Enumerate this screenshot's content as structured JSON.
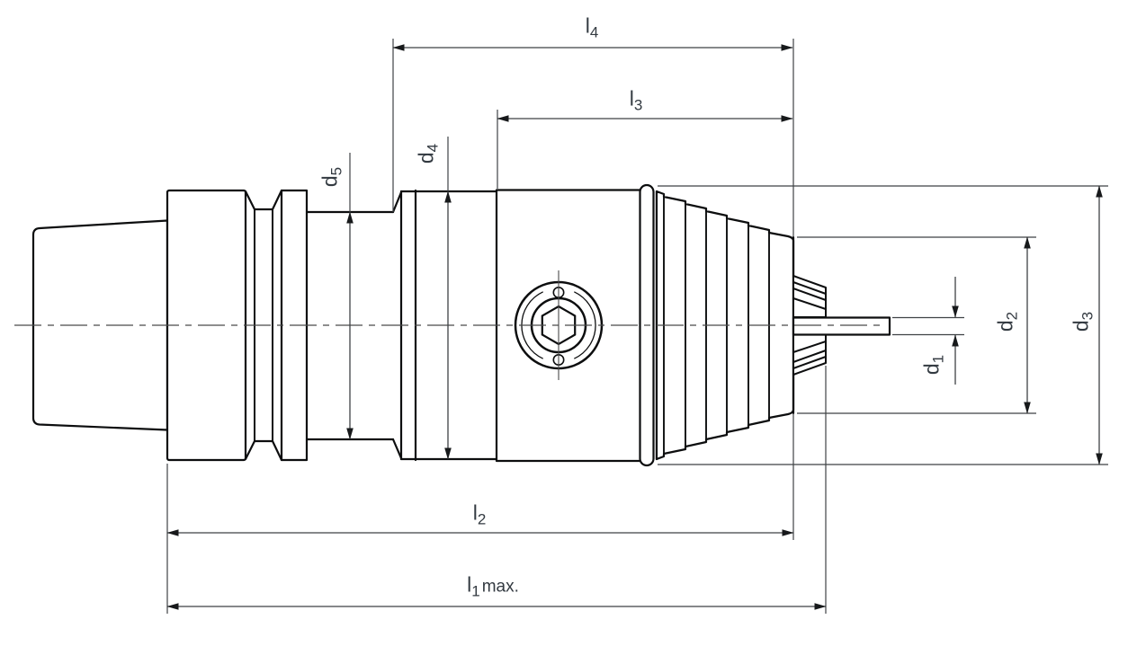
{
  "drawing": {
    "figure_type": "engineering technical drawing, side elevation",
    "subject": "keyless drill chuck with taper shank, hex-socket boss and inserted drill bit, fully dimensioned",
    "background_color": "#ffffff",
    "part_line_color": "#0d0e0f",
    "dimension_line_color": "#3f4245",
    "centerline_color": "#4a4a4a",
    "label_color": "#333a41",
    "labels": {
      "l4": {
        "letter": "l",
        "sub": "4",
        "suffix": ""
      },
      "l3": {
        "letter": "l",
        "sub": "3",
        "suffix": ""
      },
      "l2": {
        "letter": "l",
        "sub": "2",
        "suffix": ""
      },
      "l1": {
        "letter": "l",
        "sub": "1",
        "suffix": "max."
      },
      "d1": {
        "letter": "d",
        "sub": "1",
        "suffix": ""
      },
      "d2": {
        "letter": "d",
        "sub": "2",
        "suffix": ""
      },
      "d3": {
        "letter": "d",
        "sub": "3",
        "suffix": ""
      },
      "d4": {
        "letter": "d",
        "sub": "4",
        "suffix": ""
      },
      "d5": {
        "letter": "d",
        "sub": "5",
        "suffix": ""
      }
    }
  }
}
